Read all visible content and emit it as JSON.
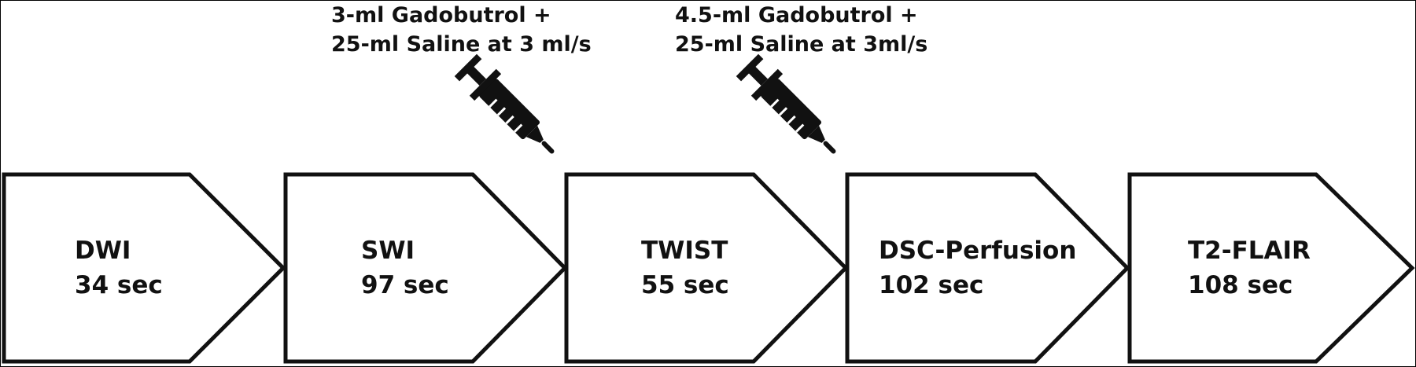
{
  "injections": [
    {
      "line1": "3-ml Gadobutrol +",
      "line2": "25-ml Saline at 3 ml/s",
      "icon": "syringe-icon"
    },
    {
      "line1": "4.5-ml Gadobutrol +",
      "line2": "25-ml Saline at 3ml/s",
      "icon": "syringe-icon"
    }
  ],
  "steps": [
    {
      "name": "DWI",
      "duration": "34 sec"
    },
    {
      "name": "SWI",
      "duration": "97 sec"
    },
    {
      "name": "TWIST",
      "duration": "55 sec"
    },
    {
      "name": "DSC-Perfusion",
      "duration": "102 sec"
    },
    {
      "name": "T2-FLAIR",
      "duration": "108 sec"
    }
  ],
  "colors": {
    "stroke": "#111111",
    "fill": "#ffffff"
  }
}
